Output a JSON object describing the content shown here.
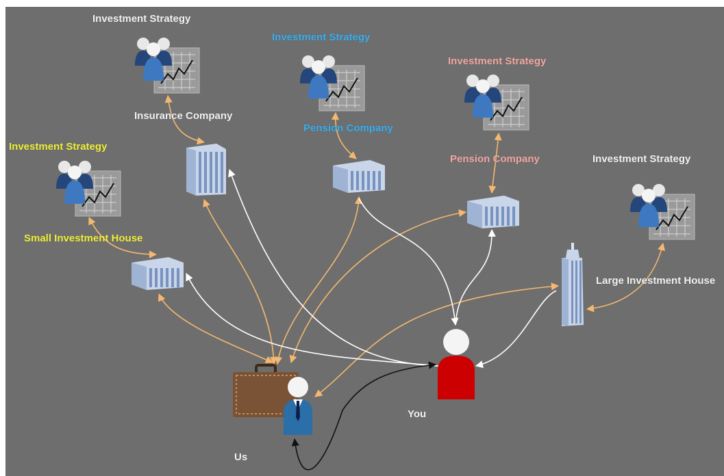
{
  "colors": {
    "background": "#6e6e6e",
    "peach_arrow": "#f4b870",
    "white_arrow": "#ffffff",
    "black_arrow": "#111111",
    "label_white": "#f2f2f2",
    "label_yellow": "#f0f03a",
    "label_blue": "#3aaef0",
    "label_pink": "#f2a8a0",
    "you_figure": "#cc0000",
    "us_figure": "#2a6fa8"
  },
  "labels": {
    "strategy_top": "Investment Strategy",
    "strategy_blue": "Investment Strategy",
    "strategy_pink": "Investment Strategy",
    "strategy_left": "Investment Strategy",
    "strategy_right": "Investment Strategy",
    "insurance_company": "Insurance Company",
    "pension_company_blue": "Pension Company",
    "pension_company_pink": "Pension Company",
    "small_house": "Small Investment House",
    "large_house": "Large Investment House",
    "you": "You",
    "us": "Us"
  },
  "icons": {
    "strategy": "investment-strategy-icon",
    "building": "office-building-icon",
    "tower": "skyscraper-icon",
    "briefcase": "briefcase-icon",
    "person_you": "person-icon",
    "person_us": "businessman-icon"
  }
}
